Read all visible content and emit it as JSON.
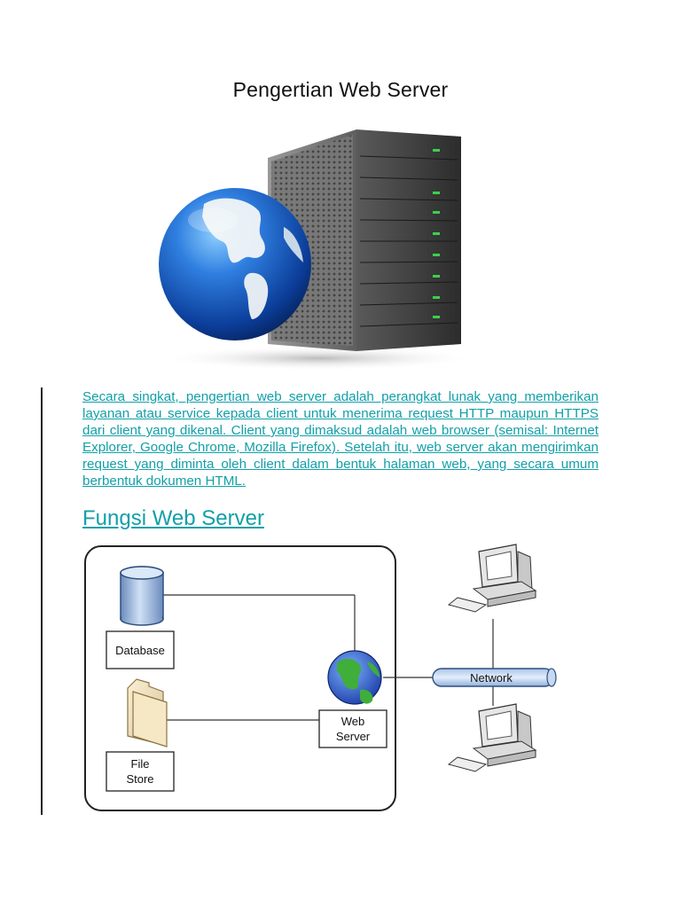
{
  "document": {
    "title": "Pengertian Web Server",
    "intro_paragraph": "Secara singkat, pengertian web server adalah perangkat lunak yang memberikan layanan atau service kepada client untuk menerima request HTTP maupun HTTPS dari client yang dikenal. Client yang dimaksud adalah web browser (semisal: Internet Explorer, Google Chrome, Mozilla Firefox). Setelah itu, web server akan mengirimkan request yang diminta oleh client dalam bentuk halaman web, yang secara umum berbentuk dokumen HTML.",
    "section_heading": "Fungsi Web Server"
  },
  "diagram": {
    "database_label": "Database",
    "filestore_label_line1": "File",
    "filestore_label_line2": "Store",
    "webserver_label_line1": "Web",
    "webserver_label_line2": "Server",
    "network_label": "Network"
  },
  "colors": {
    "link_teal": "#12a0a8",
    "globe_blue": "#1f5fc8",
    "server_dark": "#3a3a3a"
  }
}
